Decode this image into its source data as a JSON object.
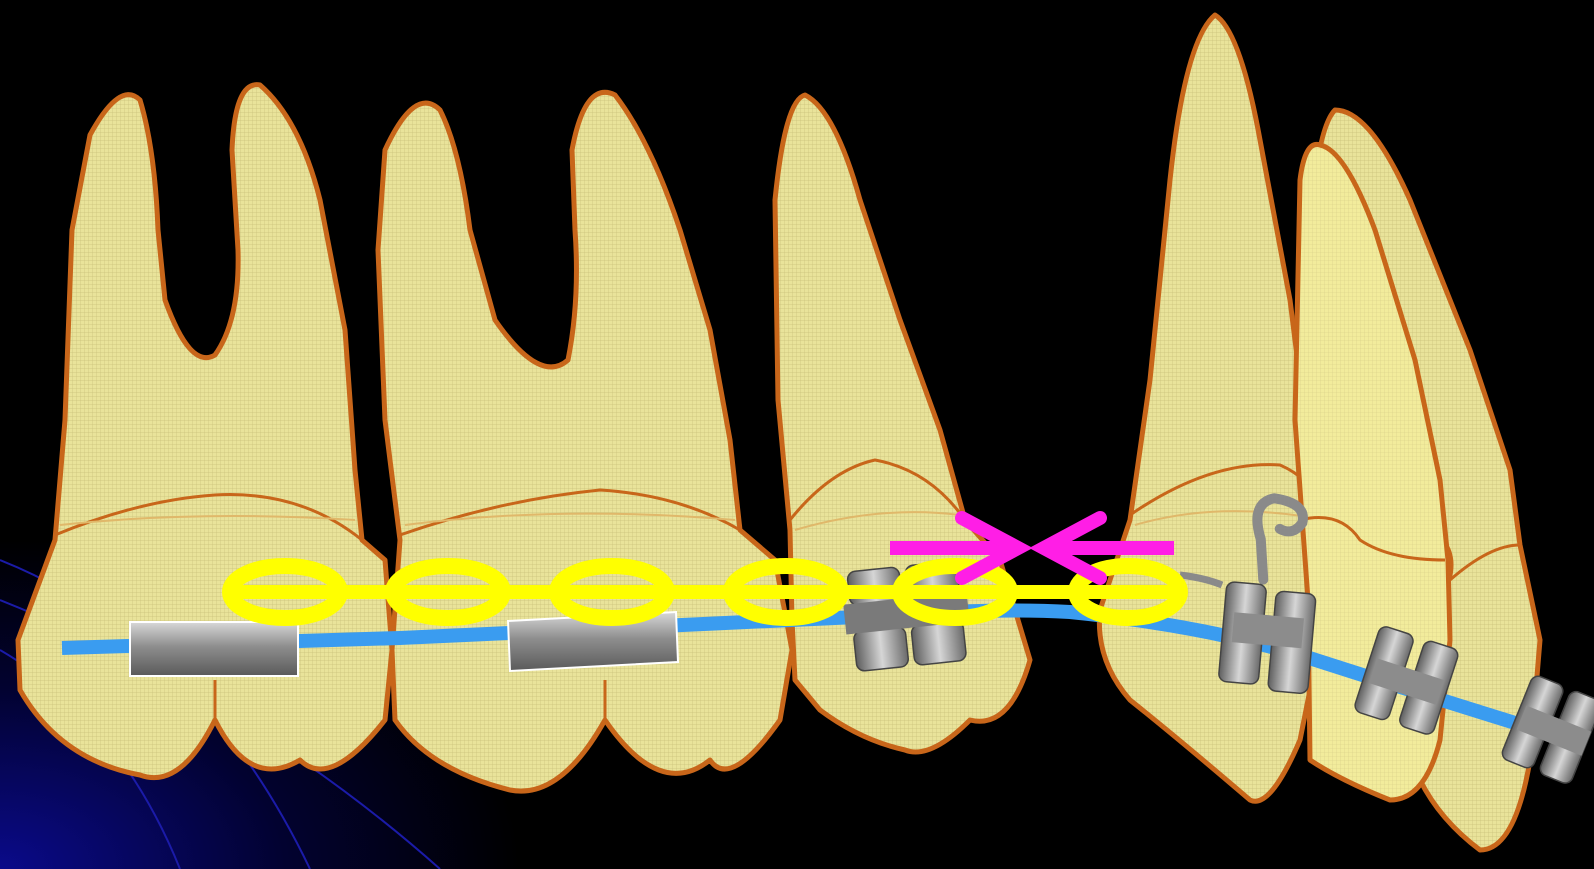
{
  "diagram": {
    "colors": {
      "background": "#000000",
      "corner_glow": "#0a0a8a",
      "tooth_fill": "#e9e39a",
      "tooth_outline": "#c8661a",
      "archwire": "#3a9cf0",
      "elastic_chain": "#ffff00",
      "force_arrows": "#ff1ee6",
      "bracket_metal": "#8a8a8a"
    },
    "teeth": [
      {
        "id": "first-molar",
        "kind": "molar"
      },
      {
        "id": "second-premolar-molar",
        "kind": "molar"
      },
      {
        "id": "second-premolar",
        "kind": "premolar"
      },
      {
        "id": "canine",
        "kind": "canine"
      },
      {
        "id": "lateral-incisor",
        "kind": "incisor"
      }
    ],
    "elastic_chain": {
      "ring_count": 6
    },
    "force_arrows": {
      "direction": "converging",
      "count": 2
    },
    "archwire": {
      "shape": "curved"
    },
    "appliances": [
      "molar-tube",
      "molar-tube",
      "premolar-bracket",
      "canine-bracket-with-hook",
      "incisor-bracket",
      "incisor-bracket"
    ]
  }
}
